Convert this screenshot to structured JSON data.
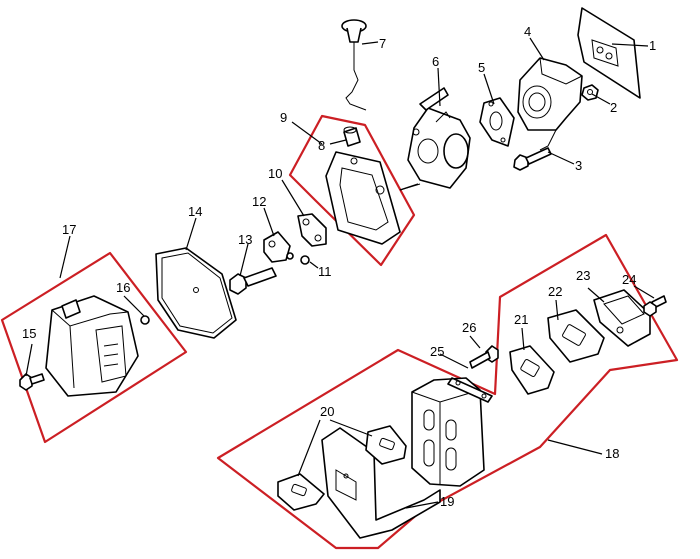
{
  "diagram": {
    "callouts": [
      {
        "id": "1",
        "label": "1"
      },
      {
        "id": "2",
        "label": "2"
      },
      {
        "id": "3",
        "label": "3"
      },
      {
        "id": "4",
        "label": "4"
      },
      {
        "id": "5",
        "label": "5"
      },
      {
        "id": "6",
        "label": "6"
      },
      {
        "id": "7",
        "label": "7"
      },
      {
        "id": "8",
        "label": "8"
      },
      {
        "id": "9",
        "label": "9"
      },
      {
        "id": "10",
        "label": "10"
      },
      {
        "id": "11",
        "label": "11"
      },
      {
        "id": "12",
        "label": "12"
      },
      {
        "id": "13",
        "label": "13"
      },
      {
        "id": "14",
        "label": "14"
      },
      {
        "id": "15",
        "label": "15"
      },
      {
        "id": "16",
        "label": "16"
      },
      {
        "id": "17",
        "label": "17"
      },
      {
        "id": "18",
        "label": "18"
      },
      {
        "id": "19",
        "label": "19"
      },
      {
        "id": "20",
        "label": "20"
      },
      {
        "id": "21",
        "label": "21"
      },
      {
        "id": "22",
        "label": "22"
      },
      {
        "id": "23",
        "label": "23"
      },
      {
        "id": "24",
        "label": "24"
      },
      {
        "id": "25",
        "label": "25"
      },
      {
        "id": "26",
        "label": "26"
      }
    ],
    "colors": {
      "highlight": "#cc1f24",
      "lines": "#000000",
      "background": "#ffffff"
    }
  }
}
